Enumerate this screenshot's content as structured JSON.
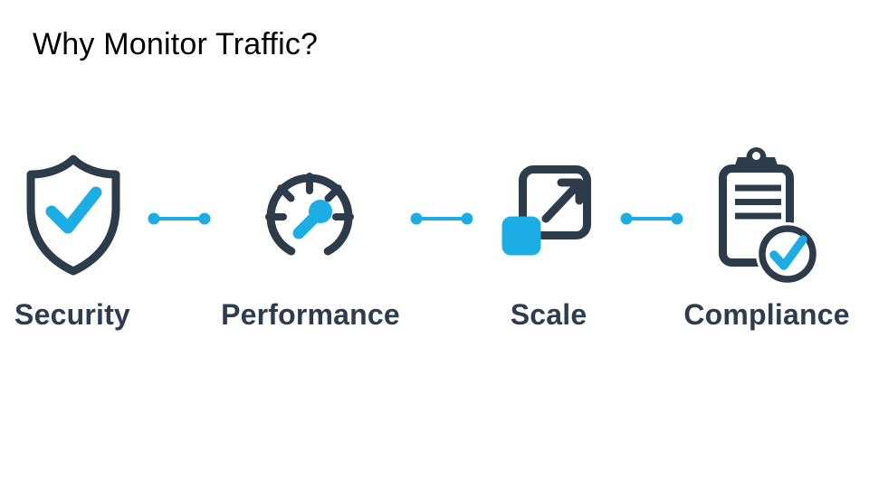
{
  "slide": {
    "title": "Why Monitor Traffic?",
    "background": "#ffffff",
    "title_color": "#000000",
    "accent_blue": "#1cade4",
    "icon_dark": "#2d3c4b",
    "label_color": "#2e3d4e",
    "connector_style": "dot-line-dot",
    "items": [
      {
        "label": "Security",
        "icon": "shield-check-icon"
      },
      {
        "label": "Performance",
        "icon": "speedometer-icon"
      },
      {
        "label": "Scale",
        "icon": "expand-square-icon"
      },
      {
        "label": "Compliance",
        "icon": "clipboard-check-icon"
      }
    ]
  }
}
